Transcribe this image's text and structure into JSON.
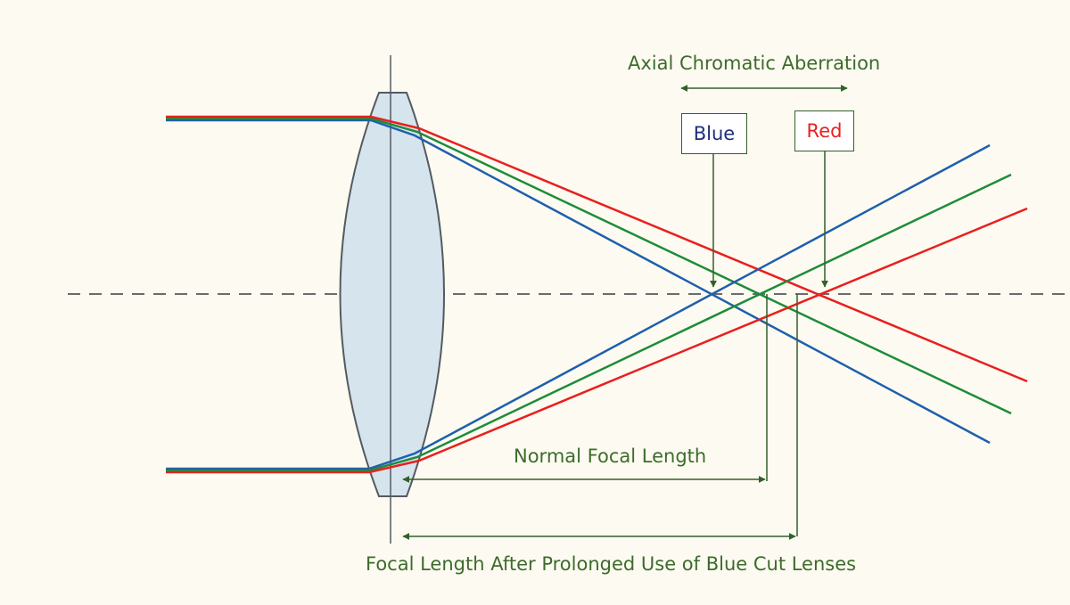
{
  "labels": {
    "axial_aberration": "Axial Chromatic Aberration",
    "blue": "Blue",
    "red": "Red",
    "normal_focal_length": "Normal Focal Length",
    "prolonged_focal_length": "Focal Length After Prolonged Use of Blue Cut Lenses"
  },
  "colors": {
    "background": "#fdfbf1",
    "label_text": "#3d6b2c",
    "annotation_line": "#33602a",
    "blue_ray": "#1f5fad",
    "green_ray": "#1e8c3a",
    "red_ray": "#e8201f",
    "blue_label": "#1f2f7a",
    "red_label": "#e8201f",
    "lens_fill": "#d6e4ee",
    "lens_outline": "#545a60",
    "optical_axis": "#6b6b6b"
  }
}
